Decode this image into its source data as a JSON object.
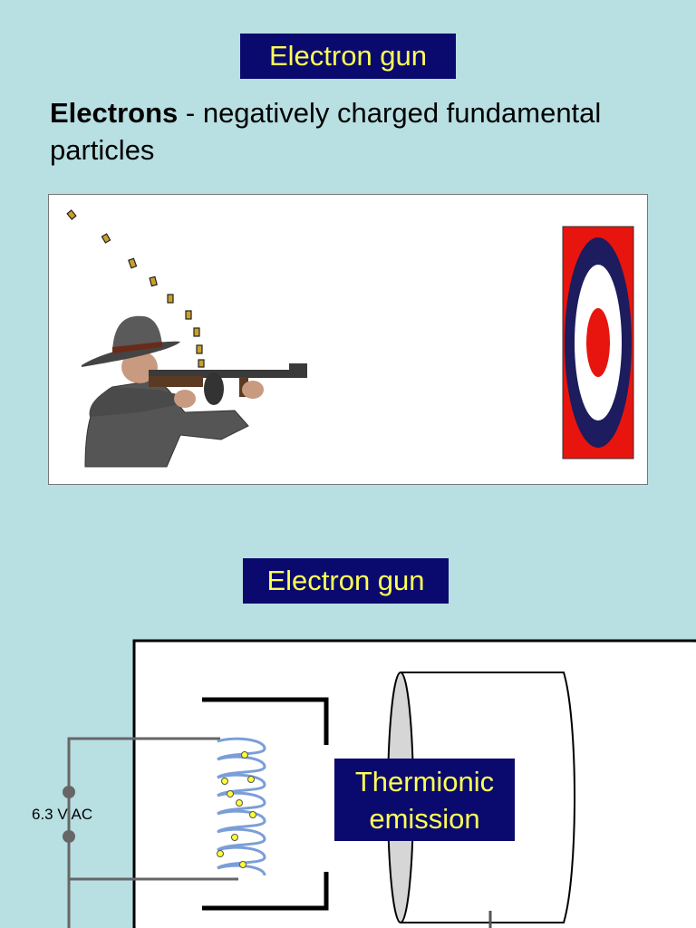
{
  "slide1": {
    "title": "Electron gun",
    "intro_bold": "Electrons",
    "intro_rest": " - negatively charged fundamental particles"
  },
  "slide2": {
    "title": "Electron gun",
    "label_line1": "Thermionic",
    "label_line2": "emission",
    "voltage": "6.3 V AC"
  },
  "colors": {
    "background": "#b8dfe2",
    "title_bg": "#0a0a6e",
    "title_text": "#ffff55",
    "target_outer": "#e8150f",
    "target_ring": "#1c1c5e"
  },
  "icons": {
    "gunman": "gunman-illustration-icon",
    "target": "roundel-target-icon",
    "filament": "heated-filament-coil-icon"
  }
}
